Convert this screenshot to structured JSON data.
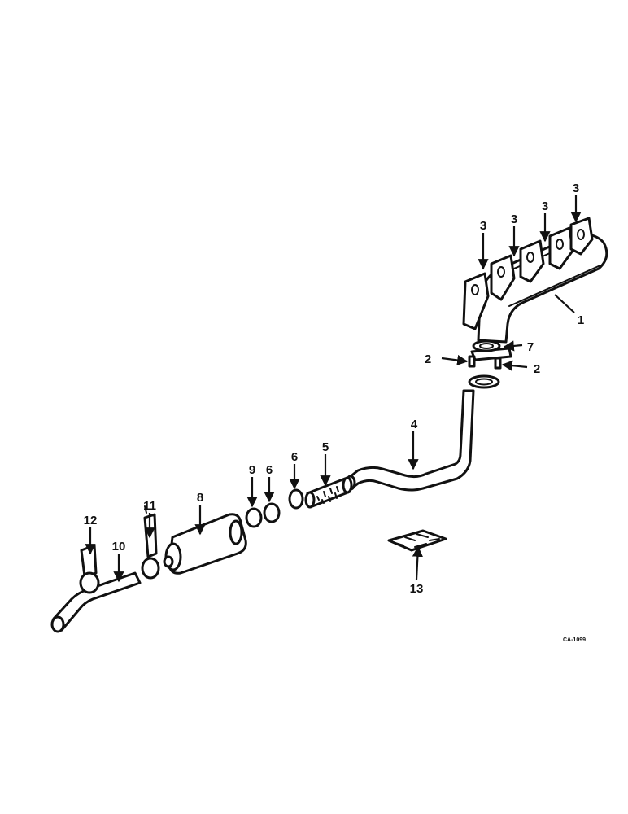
{
  "colors": {
    "ink": "#111111",
    "paper": "#ffffff"
  },
  "callouts": {
    "c1": "1",
    "c2a": "2",
    "c2b": "2",
    "c3a": "3",
    "c3b": "3",
    "c3c": "3",
    "c3d": "3",
    "c4": "4",
    "c5": "5",
    "c6a": "6",
    "c6b": "6",
    "c7": "7",
    "c8": "8",
    "c9": "9",
    "c10": "10",
    "c11": "11",
    "c12": "12",
    "c13": "13"
  },
  "drawing_code": "CA-1099"
}
